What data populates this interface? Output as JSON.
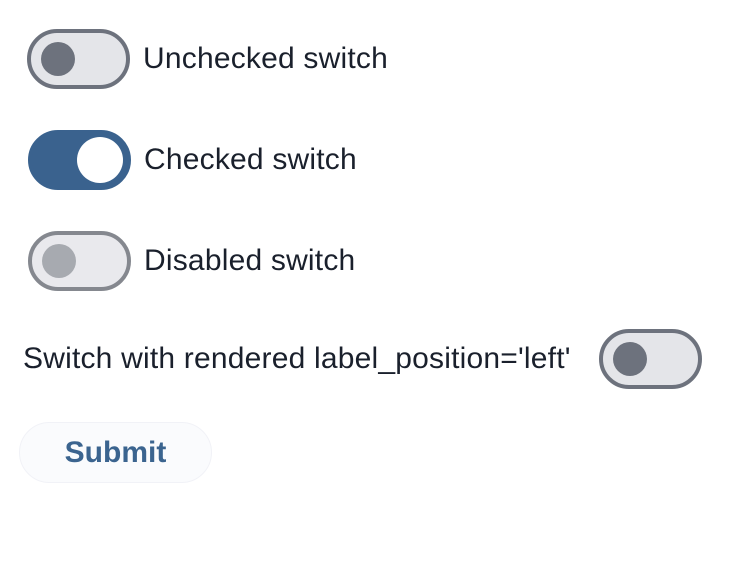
{
  "colors": {
    "switch_on_track": "#3a628e",
    "switch_off_border": "#6d727d",
    "switch_off_track": "#e4e5e9",
    "switch_disabled_border": "#85888f",
    "switch_disabled_thumb": "#a7aab0",
    "label_text": "#1a202c",
    "submit_text": "#3b648f",
    "submit_background": "#fafbfd",
    "page_background": "#ffffff"
  },
  "switches": [
    {
      "label": "Unchecked switch",
      "state": "unchecked",
      "label_position": "right"
    },
    {
      "label": "Checked switch",
      "state": "checked",
      "label_position": "right"
    },
    {
      "label": "Disabled switch",
      "state": "disabled",
      "label_position": "right"
    },
    {
      "label": "Switch with rendered label_position='left'",
      "state": "unchecked",
      "label_position": "left"
    }
  ],
  "submit": {
    "label": "Submit"
  }
}
